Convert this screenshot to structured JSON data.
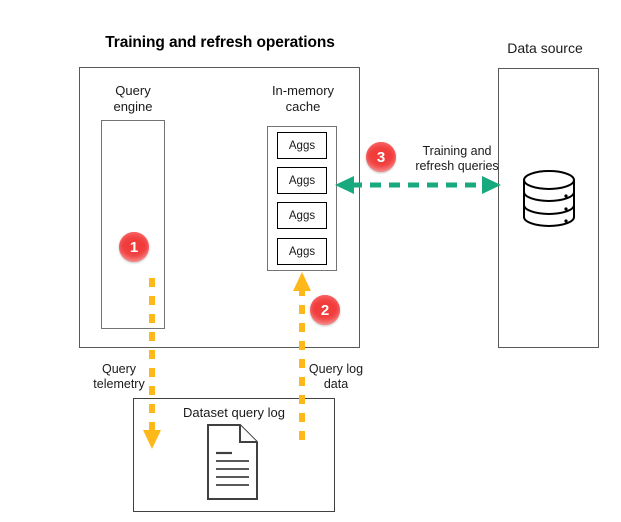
{
  "diagram": {
    "title": "Training and refresh operations",
    "data_source_title": "Data source",
    "colors": {
      "badge_red": "#f13c3c",
      "orange_arrow": "#ffb819",
      "green_arrow": "#18a97f",
      "box_border": "#595959",
      "inner_border": "#737373",
      "text": "#1a1a1a"
    },
    "training_box": {
      "query_engine_label": "Query\nengine",
      "query_engine_label_line1": "Query",
      "query_engine_label_line2": "engine",
      "in_memory_label_line1": "In-memory",
      "in_memory_label_line2": "cache",
      "cache_items": [
        {
          "label": "Aggs"
        },
        {
          "label": "Aggs"
        },
        {
          "label": "Aggs"
        },
        {
          "label": "Aggs"
        }
      ]
    },
    "badges": [
      {
        "number": "1",
        "name": "step-badge-1"
      },
      {
        "number": "2",
        "name": "step-badge-2"
      },
      {
        "number": "3",
        "name": "step-badge-3"
      }
    ],
    "arrows": [
      {
        "name": "query-telemetry-arrow",
        "label_line1": "Query",
        "label_line2": "telemetry",
        "style": "dashed",
        "color": "#ffb819",
        "direction": "down"
      },
      {
        "name": "query-log-data-arrow",
        "label_line1": "Query log",
        "label_line2": "data",
        "style": "dashed",
        "color": "#ffb819",
        "direction": "up"
      },
      {
        "name": "training-refresh-queries-arrow",
        "label_line1": "Training and",
        "label_line2": "refresh queries",
        "style": "dashed",
        "color": "#18a97f",
        "direction": "bidirectional"
      }
    ],
    "query_log_box": {
      "label": "Dataset query log",
      "icon": "document-icon"
    },
    "data_source": {
      "icon": "database-cylinder-icon"
    }
  }
}
